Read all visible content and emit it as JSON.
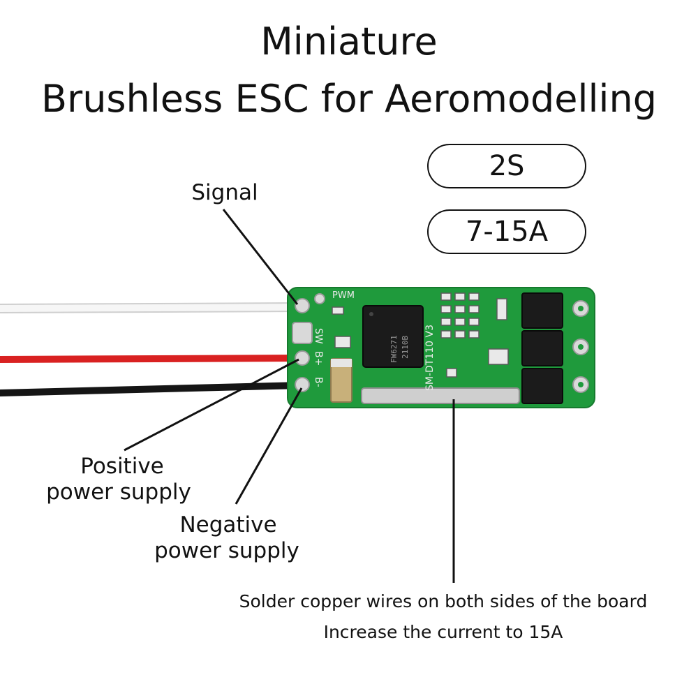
{
  "title": {
    "line1": "Miniature",
    "line2": "Brushless ESC for Aeromodelling"
  },
  "specs": {
    "cells": "2S",
    "current": "7-15A"
  },
  "callouts": {
    "signal": "Signal",
    "positive_line1": "Positive",
    "positive_line2": "power supply",
    "negative_line1": "Negative",
    "negative_line2": "power supply"
  },
  "note": {
    "line1": "Solder copper wires on both sides of the board",
    "line2": "Increase the current to 15A"
  },
  "board": {
    "silk_pwm": "PWM",
    "silk_sw": "SW",
    "silk_bplus": "B+",
    "silk_bminus": "B-",
    "silk_model": "SM-DT110 V3",
    "chip_line1": "FW6271",
    "chip_line2": "2110B"
  },
  "colors": {
    "pcb": "#1f9a3c",
    "signal_wire": "#f2f2f2",
    "positive_wire": "#d92121",
    "negative_wire": "#151515"
  }
}
